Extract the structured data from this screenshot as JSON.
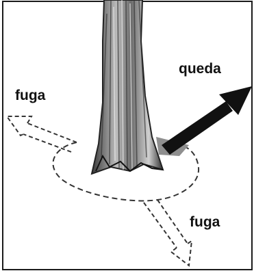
{
  "labels": {
    "fall": "queda",
    "escape_left": "fuga",
    "escape_right": "fuga"
  },
  "colors": {
    "frame": "#1a1a1a",
    "trunk_dark": "#2b2b2b",
    "trunk_light": "#8a8a8a",
    "fall_arrow": "#111111",
    "wedge": "#8f8f8f",
    "dashed": "#333333",
    "background": "#ffffff"
  }
}
